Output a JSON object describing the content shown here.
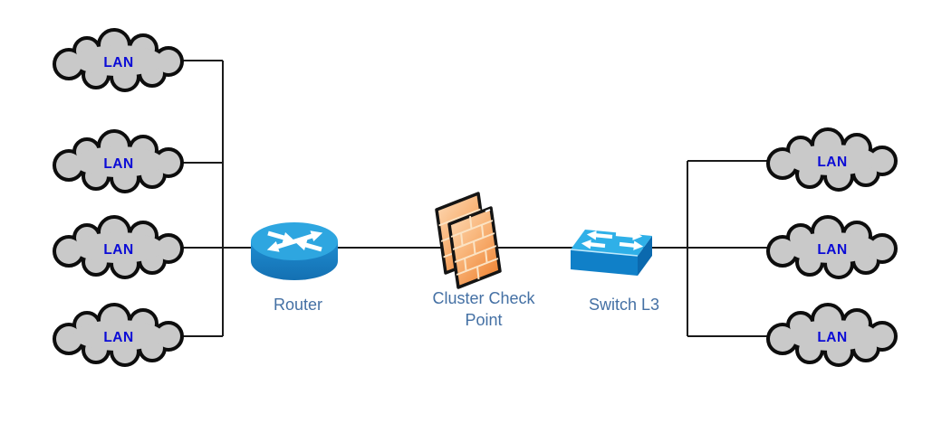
{
  "diagram": {
    "type": "network-topology",
    "colors": {
      "background": "#ffffff",
      "cloud_fill": "#c9c9c9",
      "cloud_outline": "#0d0d0d",
      "lan_text": "#0b0bd6",
      "device_label": "#4470a4",
      "wire": "#1a1a1a",
      "router_top_blue": "#2ea6e0",
      "router_body_blue": "#1778b8",
      "switch_top_blue": "#2fb0e8",
      "switch_front_blue": "#1080c8",
      "firewall_orange_light": "#fddcba",
      "firewall_orange_dark": "#f0843a"
    },
    "left_lans": [
      {
        "label": "LAN"
      },
      {
        "label": "LAN"
      },
      {
        "label": "LAN"
      },
      {
        "label": "LAN"
      }
    ],
    "right_lans": [
      {
        "label": "LAN"
      },
      {
        "label": "LAN"
      },
      {
        "label": "LAN"
      }
    ],
    "devices": {
      "router": {
        "label": "Router",
        "icon": "router-icon"
      },
      "cluster": {
        "label_lines": [
          "Cluster Check",
          "Point"
        ],
        "icon": "firewall-icon"
      },
      "switch": {
        "label": "Switch L3",
        "icon": "switch-icon"
      }
    }
  }
}
